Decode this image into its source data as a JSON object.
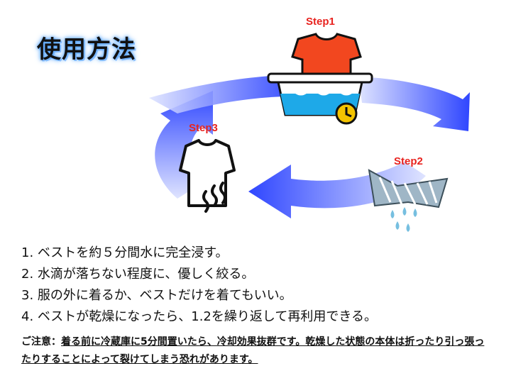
{
  "title": "使用方法",
  "step_labels": [
    "Step1",
    "Step2",
    "Step3"
  ],
  "icons": {
    "step1": "shirt-in-basin-with-clock-icon",
    "step2": "wrung-towel-dripping-icon",
    "step3": "shirt-with-steam-icon",
    "cycle": "circular-arrows-icon"
  },
  "colors": {
    "arrow": "#3f56ff",
    "step_label": "#e8231f",
    "shirt": "#f2471f",
    "water": "#1ea9e8",
    "clock": "#f4c400",
    "towel": "#9fb6c6",
    "drop": "#76bfe0"
  },
  "instructions": [
    "1. ベストを約５分間水に完全浸す。",
    "2. 水滴が落ちない程度に、優しく絞る。",
    "3. 服の外に着るか、ベストだけを着てもいい。",
    "4. ベストが乾燥になったら、1.2を繰り返して再利用できる。"
  ],
  "note": {
    "lead": "ご注意：",
    "body": "着る前に冷蔵庫に5分間置いたら、冷却効果抜群です。乾燥した状態の本体は折ったり引っ張ったりすることによって裂けてしまう恐れがあります。"
  }
}
